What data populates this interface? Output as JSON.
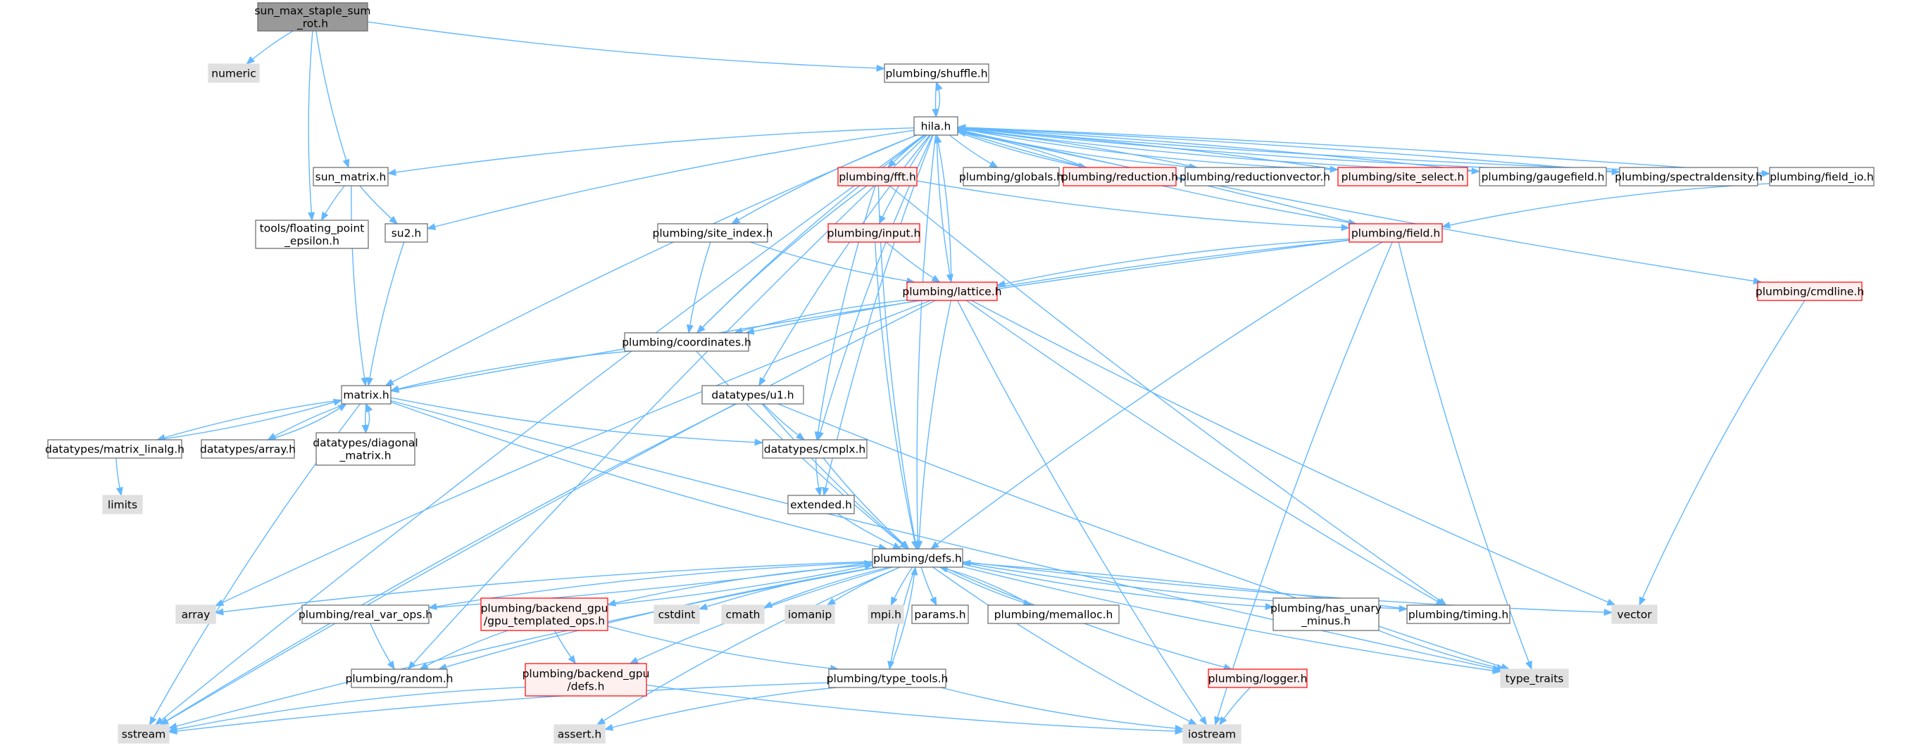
{
  "colors": {
    "edge": "#63b8ff",
    "root_fill": "#999999",
    "root_stroke": "#666666",
    "normal_fill": "#ffffff",
    "normal_stroke": "#666666",
    "undoc_fill": "#fff0f0",
    "undoc_stroke": "#ff0000",
    "system_fill": "#e0e0e0",
    "system_stroke": "#e0e0e0",
    "text": "#000000"
  },
  "nodes": [
    {
      "id": "root",
      "lines": [
        "sun_max_staple_sum",
        "_rot.h"
      ],
      "kind": "root"
    },
    {
      "id": "numeric",
      "lines": [
        "numeric"
      ],
      "kind": "system"
    },
    {
      "id": "shuffle",
      "lines": [
        "plumbing/shuffle.h"
      ],
      "kind": "normal"
    },
    {
      "id": "hila",
      "lines": [
        "hila.h"
      ],
      "kind": "normal"
    },
    {
      "id": "sun_matrix",
      "lines": [
        "sun_matrix.h"
      ],
      "kind": "normal"
    },
    {
      "id": "floating",
      "lines": [
        "tools/floating_point",
        "_epsilon.h"
      ],
      "kind": "normal"
    },
    {
      "id": "su2",
      "lines": [
        "su2.h"
      ],
      "kind": "normal"
    },
    {
      "id": "fft",
      "lines": [
        "plumbing/fft.h"
      ],
      "kind": "undoc"
    },
    {
      "id": "globals",
      "lines": [
        "plumbing/globals.h"
      ],
      "kind": "normal"
    },
    {
      "id": "reduction",
      "lines": [
        "plumbing/reduction.h"
      ],
      "kind": "undoc"
    },
    {
      "id": "reductionvector",
      "lines": [
        "plumbing/reductionvector.h"
      ],
      "kind": "normal"
    },
    {
      "id": "site_select",
      "lines": [
        "plumbing/site_select.h"
      ],
      "kind": "undoc"
    },
    {
      "id": "gaugefield",
      "lines": [
        "plumbing/gaugefield.h"
      ],
      "kind": "normal"
    },
    {
      "id": "spectral",
      "lines": [
        "plumbing/spectraldensity.h"
      ],
      "kind": "normal"
    },
    {
      "id": "field_io",
      "lines": [
        "plumbing/field_io.h"
      ],
      "kind": "normal"
    },
    {
      "id": "site_index",
      "lines": [
        "plumbing/site_index.h"
      ],
      "kind": "normal"
    },
    {
      "id": "input",
      "lines": [
        "plumbing/input.h"
      ],
      "kind": "undoc"
    },
    {
      "id": "field",
      "lines": [
        "plumbing/field.h"
      ],
      "kind": "undoc"
    },
    {
      "id": "lattice",
      "lines": [
        "plumbing/lattice.h"
      ],
      "kind": "undoc"
    },
    {
      "id": "cmdline",
      "lines": [
        "plumbing/cmdline.h"
      ],
      "kind": "undoc"
    },
    {
      "id": "coordinates",
      "lines": [
        "plumbing/coordinates.h"
      ],
      "kind": "normal"
    },
    {
      "id": "matrix",
      "lines": [
        "matrix.h"
      ],
      "kind": "normal"
    },
    {
      "id": "u1",
      "lines": [
        "datatypes/u1.h"
      ],
      "kind": "normal"
    },
    {
      "id": "linalg",
      "lines": [
        "datatypes/matrix_linalg.h"
      ],
      "kind": "normal"
    },
    {
      "id": "dtarray",
      "lines": [
        "datatypes/array.h"
      ],
      "kind": "normal"
    },
    {
      "id": "diag",
      "lines": [
        "datatypes/diagonal",
        "_matrix.h"
      ],
      "kind": "normal"
    },
    {
      "id": "cmplx",
      "lines": [
        "datatypes/cmplx.h"
      ],
      "kind": "normal"
    },
    {
      "id": "limits",
      "lines": [
        "limits"
      ],
      "kind": "system"
    },
    {
      "id": "extended",
      "lines": [
        "extended.h"
      ],
      "kind": "normal"
    },
    {
      "id": "defs",
      "lines": [
        "plumbing/defs.h"
      ],
      "kind": "normal"
    },
    {
      "id": "array",
      "lines": [
        "array"
      ],
      "kind": "system"
    },
    {
      "id": "real_var",
      "lines": [
        "plumbing/real_var_ops.h"
      ],
      "kind": "normal"
    },
    {
      "id": "gpu_templ",
      "lines": [
        "plumbing/backend_gpu",
        "/gpu_templated_ops.h"
      ],
      "kind": "undoc"
    },
    {
      "id": "cstdint",
      "lines": [
        "cstdint"
      ],
      "kind": "system"
    },
    {
      "id": "cmath",
      "lines": [
        "cmath"
      ],
      "kind": "system"
    },
    {
      "id": "iomanip",
      "lines": [
        "iomanip"
      ],
      "kind": "system"
    },
    {
      "id": "mpi",
      "lines": [
        "mpi.h"
      ],
      "kind": "system"
    },
    {
      "id": "params",
      "lines": [
        "params.h"
      ],
      "kind": "normal"
    },
    {
      "id": "memalloc",
      "lines": [
        "plumbing/memalloc.h"
      ],
      "kind": "normal"
    },
    {
      "id": "has_unary",
      "lines": [
        "plumbing/has_unary",
        "_minus.h"
      ],
      "kind": "normal"
    },
    {
      "id": "timing",
      "lines": [
        "plumbing/timing.h"
      ],
      "kind": "normal"
    },
    {
      "id": "vector",
      "lines": [
        "vector"
      ],
      "kind": "system"
    },
    {
      "id": "random",
      "lines": [
        "plumbing/random.h"
      ],
      "kind": "normal"
    },
    {
      "id": "gpu_defs",
      "lines": [
        "plumbing/backend_gpu",
        "/defs.h"
      ],
      "kind": "undoc"
    },
    {
      "id": "type_tools",
      "lines": [
        "plumbing/type_tools.h"
      ],
      "kind": "normal"
    },
    {
      "id": "logger",
      "lines": [
        "plumbing/logger.h"
      ],
      "kind": "undoc"
    },
    {
      "id": "type_traits",
      "lines": [
        "type_traits"
      ],
      "kind": "system"
    },
    {
      "id": "sstream",
      "lines": [
        "sstream"
      ],
      "kind": "system"
    },
    {
      "id": "assert",
      "lines": [
        "assert.h"
      ],
      "kind": "system"
    },
    {
      "id": "iostream",
      "lines": [
        "iostream"
      ],
      "kind": "system"
    }
  ],
  "edges": [
    [
      "root",
      "numeric"
    ],
    [
      "root",
      "shuffle"
    ],
    [
      "root",
      "sun_matrix"
    ],
    [
      "root",
      "floating"
    ],
    [
      "shuffle",
      "hila"
    ],
    [
      "hila",
      "shuffle"
    ],
    [
      "hila",
      "sun_matrix"
    ],
    [
      "hila",
      "su2"
    ],
    [
      "hila",
      "matrix"
    ],
    [
      "hila",
      "fft"
    ],
    [
      "hila",
      "globals"
    ],
    [
      "hila",
      "reduction"
    ],
    [
      "hila",
      "reductionvector"
    ],
    [
      "hila",
      "site_select"
    ],
    [
      "hila",
      "gaugefield"
    ],
    [
      "hila",
      "spectral"
    ],
    [
      "hila",
      "field_io"
    ],
    [
      "hila",
      "site_index"
    ],
    [
      "hila",
      "input"
    ],
    [
      "hila",
      "field"
    ],
    [
      "hila",
      "lattice"
    ],
    [
      "hila",
      "cmdline"
    ],
    [
      "hila",
      "coordinates"
    ],
    [
      "hila",
      "u1"
    ],
    [
      "hila",
      "cmplx"
    ],
    [
      "hila",
      "extended"
    ],
    [
      "hila",
      "defs"
    ],
    [
      "hila",
      "sstream"
    ],
    [
      "hila",
      "random"
    ],
    [
      "reduction",
      "hila"
    ],
    [
      "reductionvector",
      "hila"
    ],
    [
      "site_select",
      "hila"
    ],
    [
      "gaugefield",
      "hila"
    ],
    [
      "spectral",
      "hila"
    ],
    [
      "field_io",
      "hila"
    ],
    [
      "field",
      "hila"
    ],
    [
      "lattice",
      "hila"
    ],
    [
      "sun_matrix",
      "floating"
    ],
    [
      "sun_matrix",
      "su2"
    ],
    [
      "sun_matrix",
      "matrix"
    ],
    [
      "su2",
      "matrix"
    ],
    [
      "fft",
      "coordinates"
    ],
    [
      "fft",
      "cmplx"
    ],
    [
      "fft",
      "field"
    ],
    [
      "fft",
      "defs"
    ],
    [
      "fft",
      "timing"
    ],
    [
      "site_index",
      "coordinates"
    ],
    [
      "site_index",
      "lattice"
    ],
    [
      "input",
      "lattice"
    ],
    [
      "input",
      "defs"
    ],
    [
      "field",
      "coordinates"
    ],
    [
      "field",
      "lattice"
    ],
    [
      "field",
      "defs"
    ],
    [
      "field",
      "matrix"
    ],
    [
      "field",
      "iostream"
    ],
    [
      "field",
      "type_traits"
    ],
    [
      "field_io",
      "field"
    ],
    [
      "lattice",
      "coordinates"
    ],
    [
      "lattice",
      "defs"
    ],
    [
      "lattice",
      "timing"
    ],
    [
      "lattice",
      "vector"
    ],
    [
      "lattice",
      "sstream"
    ],
    [
      "lattice",
      "array"
    ],
    [
      "lattice",
      "iostream"
    ],
    [
      "cmdline",
      "vector"
    ],
    [
      "coordinates",
      "matrix"
    ],
    [
      "coordinates",
      "defs"
    ],
    [
      "matrix",
      "linalg"
    ],
    [
      "linalg",
      "matrix"
    ],
    [
      "matrix",
      "dtarray"
    ],
    [
      "dtarray",
      "matrix"
    ],
    [
      "matrix",
      "diag"
    ],
    [
      "diag",
      "matrix"
    ],
    [
      "matrix",
      "cmplx"
    ],
    [
      "matrix",
      "defs"
    ],
    [
      "matrix",
      "sstream"
    ],
    [
      "matrix",
      "type_traits"
    ],
    [
      "linalg",
      "limits"
    ],
    [
      "u1",
      "cmplx"
    ],
    [
      "u1",
      "defs"
    ],
    [
      "u1",
      "type_traits"
    ],
    [
      "u1",
      "sstream"
    ],
    [
      "cmplx",
      "extended"
    ],
    [
      "cmplx",
      "defs"
    ],
    [
      "extended",
      "defs"
    ],
    [
      "defs",
      "array"
    ],
    [
      "defs",
      "real_var"
    ],
    [
      "real_var",
      "defs"
    ],
    [
      "defs",
      "gpu_templ"
    ],
    [
      "gpu_templ",
      "defs"
    ],
    [
      "defs",
      "cstdint"
    ],
    [
      "defs",
      "cmath"
    ],
    [
      "defs",
      "iomanip"
    ],
    [
      "defs",
      "mpi"
    ],
    [
      "defs",
      "params"
    ],
    [
      "defs",
      "memalloc"
    ],
    [
      "memalloc",
      "defs"
    ],
    [
      "defs",
      "has_unary"
    ],
    [
      "defs",
      "timing"
    ],
    [
      "timing",
      "defs"
    ],
    [
      "defs",
      "vector"
    ],
    [
      "defs",
      "random"
    ],
    [
      "defs",
      "gpu_defs"
    ],
    [
      "defs",
      "type_tools"
    ],
    [
      "type_tools",
      "defs"
    ],
    [
      "defs",
      "logger"
    ],
    [
      "defs",
      "type_traits"
    ],
    [
      "defs",
      "sstream"
    ],
    [
      "defs",
      "assert"
    ],
    [
      "defs",
      "iostream"
    ],
    [
      "real_var",
      "random"
    ],
    [
      "gpu_templ",
      "random"
    ],
    [
      "gpu_templ",
      "gpu_defs"
    ],
    [
      "gpu_templ",
      "type_tools"
    ],
    [
      "gpu_defs",
      "sstream"
    ],
    [
      "gpu_defs",
      "iostream"
    ],
    [
      "type_tools",
      "sstream"
    ],
    [
      "type_tools",
      "assert"
    ],
    [
      "type_tools",
      "iostream"
    ],
    [
      "has_unary",
      "type_traits"
    ],
    [
      "logger",
      "iostream"
    ]
  ]
}
